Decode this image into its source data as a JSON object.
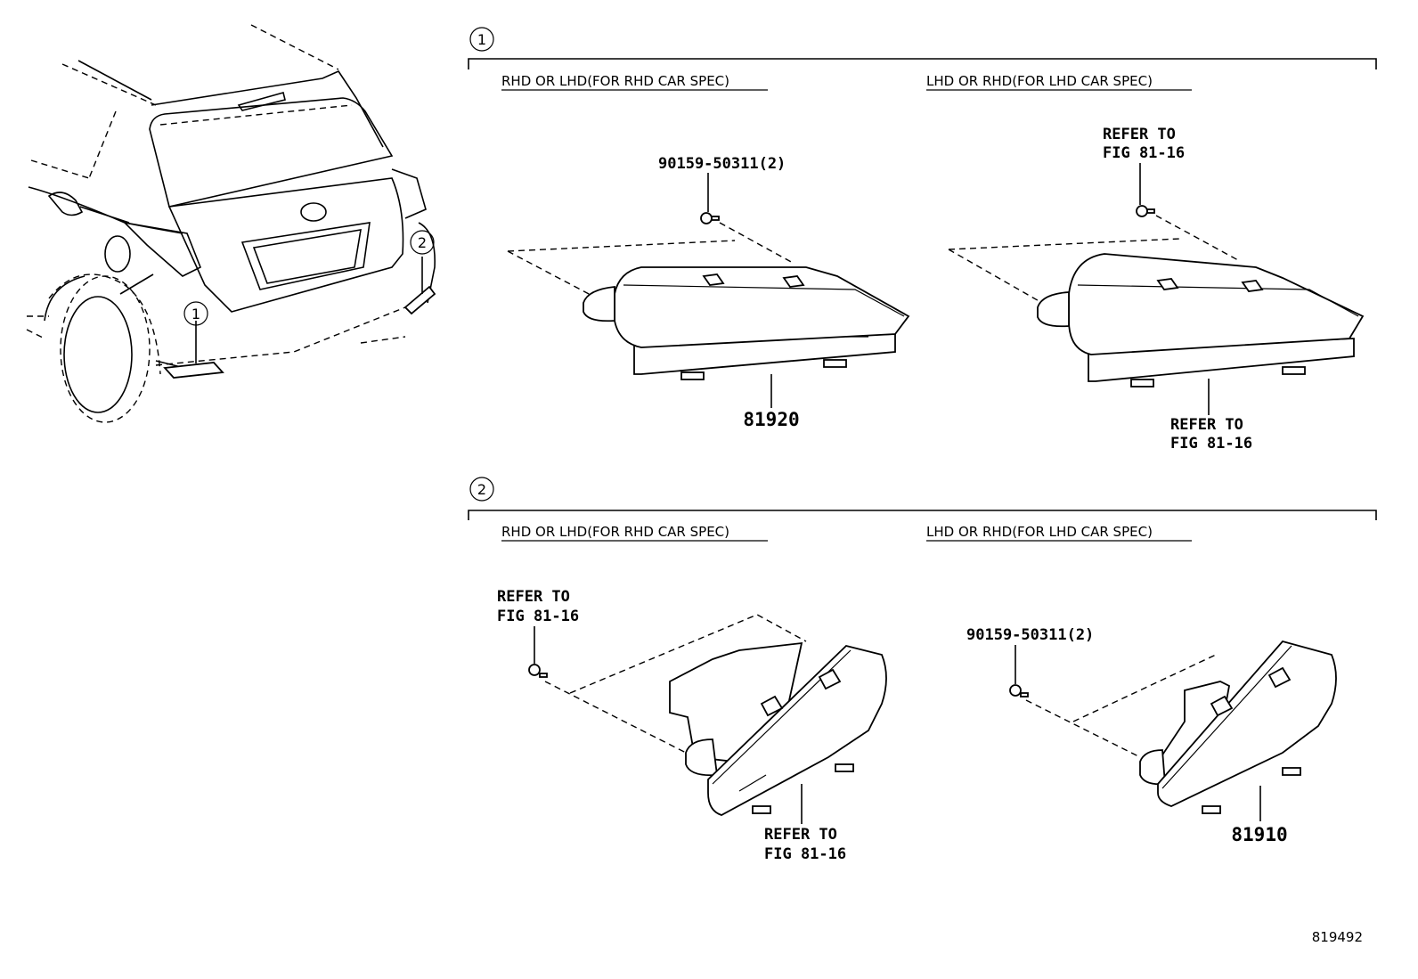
{
  "callouts": {
    "one": "1",
    "two": "2"
  },
  "section_1": {
    "circle": "1",
    "left_spec": "RHD OR LHD(FOR RHD CAR SPEC)",
    "right_spec": "LHD OR RHD(FOR LHD CAR SPEC)",
    "left_bolt_label": "90159-50311(2)",
    "left_part_number": "81920",
    "right_bolt_label_line1": "REFER TO",
    "right_bolt_label_line2": "FIG 81-16",
    "right_part_label_line1": "REFER TO",
    "right_part_label_line2": "FIG 81-16"
  },
  "section_2": {
    "circle": "2",
    "left_spec": "RHD OR LHD(FOR RHD CAR SPEC)",
    "right_spec": "LHD OR RHD(FOR LHD CAR SPEC)",
    "left_bolt_label_line1": "REFER TO",
    "left_bolt_label_line2": "FIG 81-16",
    "left_part_label_line1": "REFER TO",
    "left_part_label_line2": "FIG 81-16",
    "right_bolt_label": "90159-50311(2)",
    "right_part_number": "81910"
  },
  "figure_id": "819492"
}
